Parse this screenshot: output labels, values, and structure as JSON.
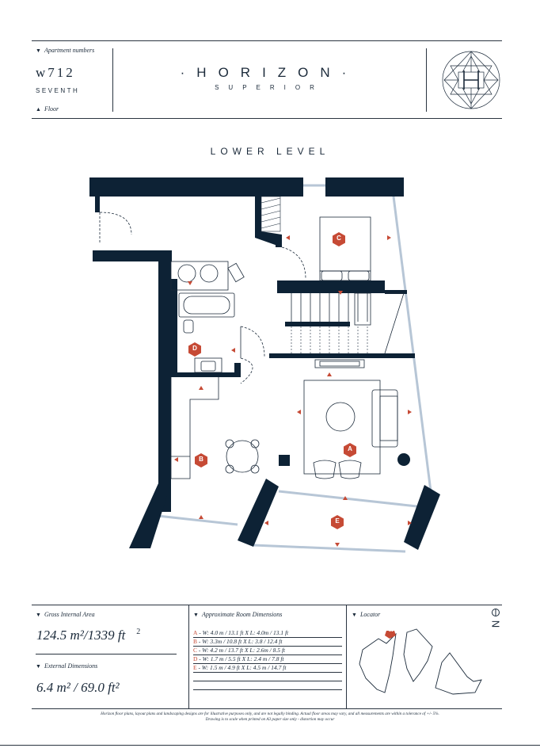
{
  "header": {
    "apartment_numbers_label": "Apartment numbers",
    "apartment_number": "w712",
    "floor_name": "SEVENTH",
    "floor_label": "Floor",
    "brand_name": "·HORIZON·",
    "brand_sub": "SUPERIOR",
    "logo_icon": "horizon-monogram-logo"
  },
  "plan": {
    "level_title": "LOWER LEVEL",
    "room_markers": [
      "A",
      "B",
      "C",
      "D",
      "E"
    ],
    "colors": {
      "walls": "#0d2235",
      "accent": "#c64a35",
      "glazing": "#b7c6d6"
    }
  },
  "stats": {
    "gia_label": "Gross Internal Area",
    "gia_value": "124.5 m²/1339 ft",
    "gia_sup": "2",
    "ext_label": "External Dimensions",
    "ext_value": "6.4 m² / 69.0 ft²"
  },
  "dimensions": {
    "label": "Approximate Room Dimensions",
    "rows": [
      {
        "letter": "A",
        "text": " -  W: 4.0 m / 13.1 ft   X   L: 4.0m / 13.1 ft"
      },
      {
        "letter": "B",
        "text": " -  W: 3.3m / 10.8 ft   X   L: 3.8 / 12.4 ft"
      },
      {
        "letter": "C",
        "text": " -  W: 4.2 m / 13.7 ft   X   L: 2.6m / 8.5 ft"
      },
      {
        "letter": "D",
        "text": " -  W: 1.7 m / 5.5 ft   X   L: 2.4 m / 7.8 ft"
      },
      {
        "letter": "E",
        "text": " -  W: 1.5 m / 4.9 ft   X   L: 4.5 m / 14.7 ft"
      }
    ]
  },
  "locator": {
    "label": "Locator",
    "north": "N",
    "marker": "21"
  },
  "disclaimer": {
    "line1": "Horizon floor plans, layout plans and landscaping designs are for illustrative purposes only, and are not legally binding. Actual floor areas may vary, and all measurements are within a tolerance of +/- 5%.",
    "line2": "Drawing is to scale when printed on A3 paper size only - distortion may occur"
  }
}
